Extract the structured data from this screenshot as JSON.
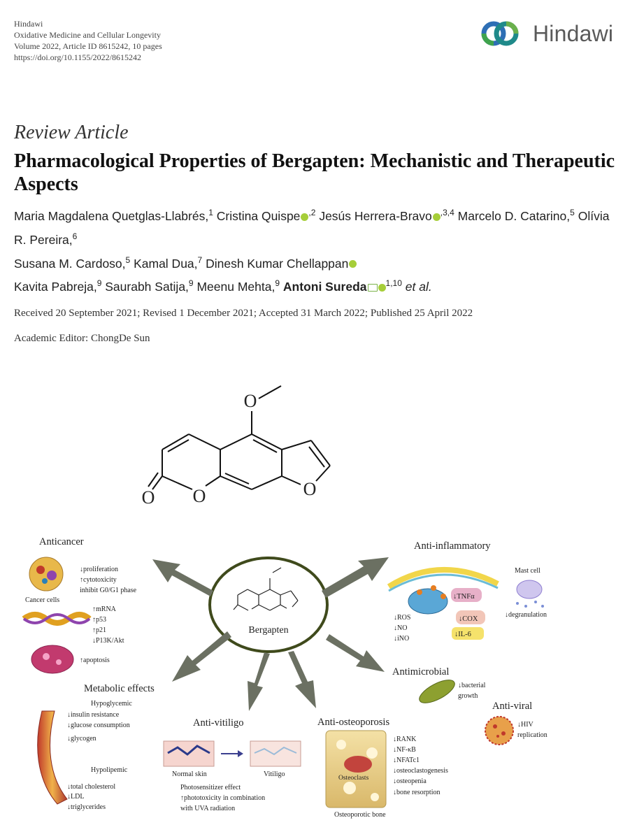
{
  "header": {
    "publisher": "Hindawi",
    "journal": "Oxidative Medicine and Cellular Longevity",
    "volume": "Volume 2022, Article ID 8615242, 10 pages",
    "doi": "https://doi.org/10.1155/2022/8615242",
    "logo_text": "Hindawi"
  },
  "article": {
    "type": "Review Article",
    "title": "Pharmacological Properties of Bergapten: Mechanistic and Therapeutic Aspects",
    "authors": [
      {
        "name": "Maria Magdalena Quetglas-Llabrés,",
        "aff": "1"
      },
      {
        "name": "Cristina Quispe",
        "aff": ",2"
      },
      {
        "name": "Jesús Herrera-Bravo",
        "aff": ",3,4"
      },
      {
        "name": "Marcelo D. Catarino,",
        "aff": "5"
      },
      {
        "name": "Olívia R. Pereira,",
        "aff": "6"
      },
      {
        "name": "Susana M. Cardoso,",
        "aff": "5"
      },
      {
        "name": "Kamal Dua,",
        "aff": "7"
      },
      {
        "name": "Dinesh Kumar Chellappan",
        "aff": ""
      },
      {
        "name": "Kavita Pabreja,",
        "aff": "9"
      },
      {
        "name": "Saurabh Satija,",
        "aff": "9"
      },
      {
        "name": "Meenu Mehta,",
        "aff": "9"
      },
      {
        "name": "Antoni Sureda",
        "aff": "1,10"
      }
    ],
    "et_al": "et al.",
    "dates": "Received 20 September 2021; Revised 1 December 2021; Accepted 31 March 2022; Published 25 April 2022",
    "editor": "Academic Editor: ChongDe Sun"
  },
  "structure_atoms": {
    "o_methoxy": "O",
    "o_carbonyl": "O",
    "o_ring": "O",
    "o_furan": "O"
  },
  "figure": {
    "center_label": "Bergapten",
    "anticancer": {
      "title": "Anticancer",
      "cell_label": "Cancer cells",
      "effects1": [
        "↓proliferation",
        "↑cytotoxicity",
        "inhibit G0/G1 phase"
      ],
      "effects2": [
        "↑mRNA",
        "↑p53",
        "↑p21",
        "↓P13K/Akt"
      ],
      "effects3": [
        "↑apoptosis"
      ]
    },
    "anti_inflammatory": {
      "title": "Anti-inflammatory",
      "mast_cell": "Mast cell",
      "tnf": "↓TNFα",
      "cox": "↓COX",
      "il6": "↓IL-6",
      "left_effects": [
        "↓ROS",
        "↓NO",
        "↓iNO"
      ],
      "degranulation": "↓degranulation"
    },
    "metabolic": {
      "title": "Metabolic effects",
      "hypoglycemic": "Hypoglycemic",
      "hypo_effects": [
        "↓insulin resistance",
        "↓glucose consumption",
        "↓glycogen"
      ],
      "hypolipemic": "Hypolipemic",
      "lipid_effects": [
        "↓total cholesterol",
        "↓LDL",
        "↓triglycerides"
      ]
    },
    "antivitiligo": {
      "title": "Anti-vitiligo",
      "normal": "Normal skin",
      "vitiligo": "Vitiligo",
      "effects": [
        "Photosensitizer effect",
        "↑phototoxicity in combination",
        "with UVA radiation"
      ]
    },
    "antiosteoporosis": {
      "title": "Anti-osteoporosis",
      "osteoclasts": "Osteoclasts",
      "bone_label": "Osteoporotic bone",
      "effects": [
        "↓RANK",
        "↓NF-κB",
        "↓NFATc1",
        "↓osteoclastogenesis",
        "↓osteopenia",
        "↓bone resorption"
      ]
    },
    "antimicrobial": {
      "title": "Antimicrobial",
      "effects": [
        "↓bacterial",
        "growth"
      ]
    },
    "antiviral": {
      "title": "Anti-viral",
      "effects": [
        "↓HIV",
        "replication"
      ]
    }
  },
  "colors": {
    "logo_teal": "#1f8a8a",
    "logo_green": "#6ab04c",
    "logo_blue": "#2e6fb5",
    "orcid_green": "#a6ce39",
    "arrow_gray": "#6b7062",
    "ellipse_stroke": "#3f4a1c"
  }
}
